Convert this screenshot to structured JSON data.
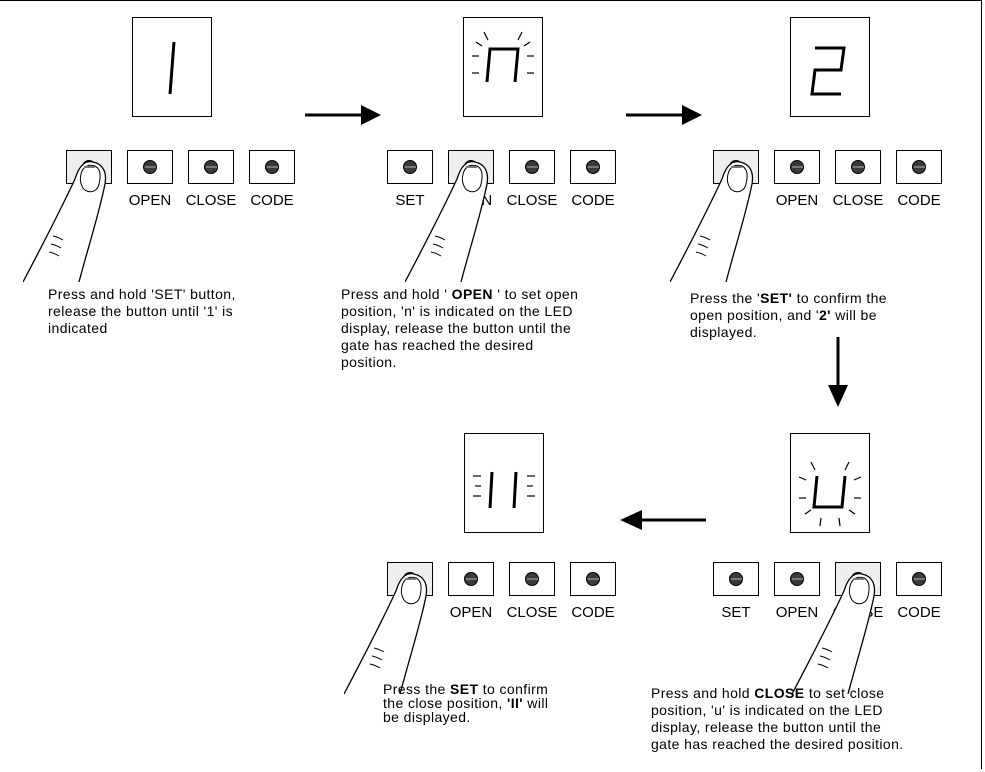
{
  "buttons": [
    "SET",
    "OPEN",
    "CLOSE",
    "CODE"
  ],
  "steps": [
    {
      "display": "1",
      "pressed": "SET",
      "caption_html": "Press and hold 'SET' button,<br>release the button until '1' is<br>indicated"
    },
    {
      "display": "n",
      "pressed": "OPEN",
      "caption_html": "Press and hold ' <b>OPEN</b> ' to set open<br>position, 'n' is indicated on the LED<br>display, release the button until the<br>gate has reached the desired<br>position."
    },
    {
      "display": "2",
      "pressed": "SET",
      "caption_html": "Press the '<b>SET'</b> to confirm the<br>open position, and '<b>2'</b> will be<br>displayed."
    },
    {
      "display": "u",
      "pressed": "CLOSE",
      "caption_html": "Press and hold <b>CLOSE</b> to set close<br>position, 'u' is indicated on the LED<br>display, release the button until the<br>gate has reached the desired position."
    },
    {
      "display": "II",
      "pressed": "SET",
      "caption_html": "Press the <b>SET</b> to confirm<br>the close position, <b>'II'</b> will<br>be displayed."
    }
  ],
  "colors": {
    "line": "#000000",
    "button_dot": "#3a3a3a"
  }
}
